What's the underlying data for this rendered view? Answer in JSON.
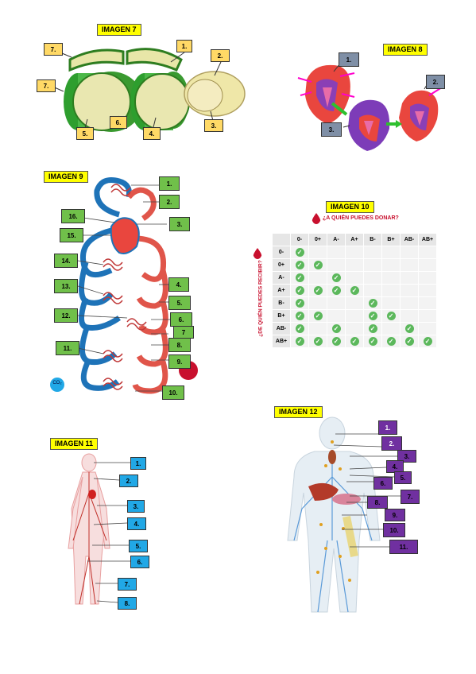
{
  "img7": {
    "title": "IMAGEN 7",
    "labels": [
      "1.",
      "2.",
      "3.",
      "4.",
      "5.",
      "6.",
      "7.",
      "7."
    ]
  },
  "img8": {
    "title": "IMAGEN 8",
    "labels": [
      "1.",
      "2.",
      "3."
    ]
  },
  "img9": {
    "title": "IMAGEN 9",
    "labels": [
      "1.",
      "2.",
      "3.",
      "4.",
      "5.",
      "6.",
      "7",
      "8.",
      "9.",
      "10.",
      "11.",
      "12.",
      "13.",
      "14.",
      "15.",
      "16."
    ],
    "co2": "CO₂"
  },
  "img10": {
    "title": "IMAGEN 10",
    "question": "¿A QUIÉN PUEDES DONAR?",
    "side": "¿DE QUIÉN PUEDES RECIBIR?",
    "types": [
      "0-",
      "0+",
      "A-",
      "A+",
      "B-",
      "B+",
      "AB-",
      "AB+"
    ],
    "matrix": [
      [
        1,
        0,
        0,
        0,
        0,
        0,
        0,
        0
      ],
      [
        1,
        1,
        0,
        0,
        0,
        0,
        0,
        0
      ],
      [
        1,
        0,
        1,
        0,
        0,
        0,
        0,
        0
      ],
      [
        1,
        1,
        1,
        1,
        0,
        0,
        0,
        0
      ],
      [
        1,
        0,
        0,
        0,
        1,
        0,
        0,
        0
      ],
      [
        1,
        1,
        0,
        0,
        1,
        1,
        0,
        0
      ],
      [
        1,
        0,
        1,
        0,
        1,
        0,
        1,
        0
      ],
      [
        1,
        1,
        1,
        1,
        1,
        1,
        1,
        1
      ]
    ]
  },
  "img11": {
    "title": "IMAGEN 11",
    "labels": [
      "1.",
      "2.",
      "3.",
      "4.",
      "5.",
      "6.",
      "7.",
      "8."
    ]
  },
  "img12": {
    "title": "IMAGEN 12",
    "labels": [
      "1.",
      "2.",
      "3.",
      "4.",
      "5.",
      "6.",
      "7.",
      "8.",
      "9.",
      "10.",
      "11."
    ]
  },
  "colors": {
    "yellow": "#ffff00",
    "green": "#70c04a",
    "cyan": "#21a8e6",
    "purple": "#7030a0",
    "slate": "#7f8fa6",
    "label_yellow": "#ffd966"
  }
}
